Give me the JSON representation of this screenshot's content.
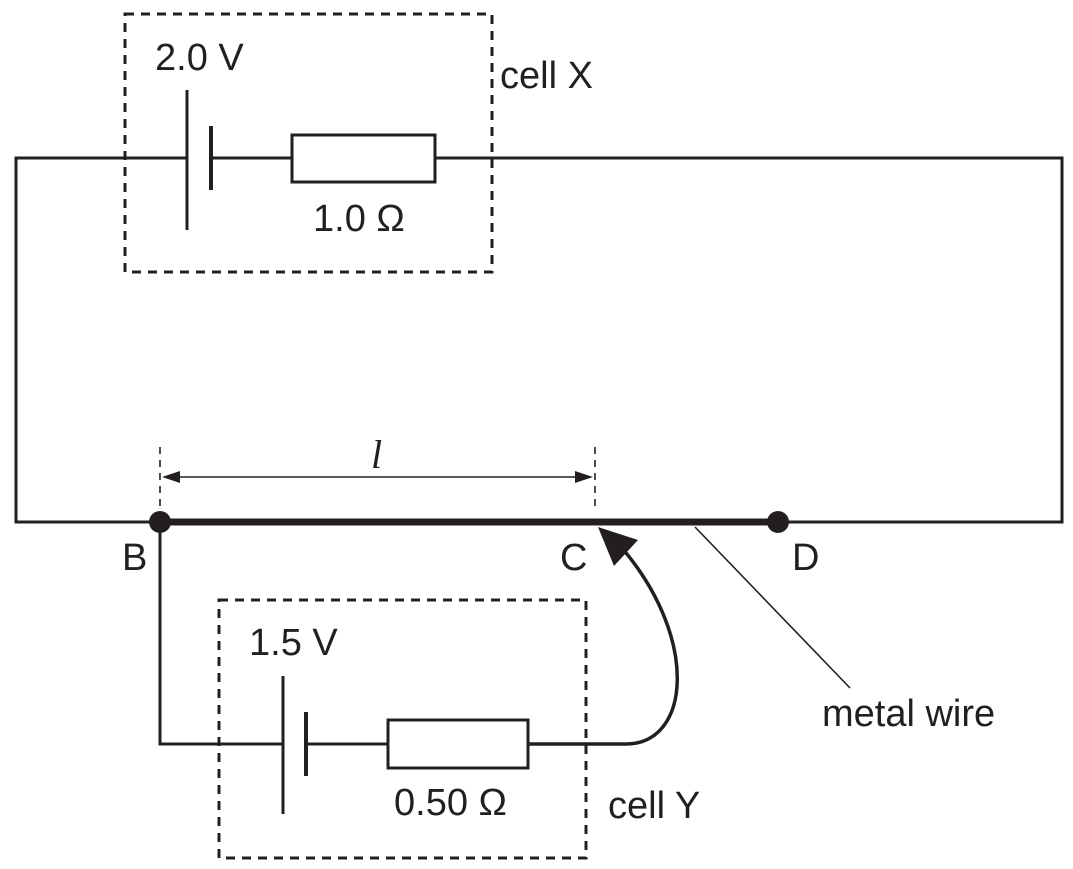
{
  "cell_x": {
    "name": "cell X",
    "emf": "2.0 V",
    "internal_resistance": "1.0 Ω"
  },
  "cell_y": {
    "name": "cell Y",
    "emf": "1.5 V",
    "internal_resistance": "0.50 Ω"
  },
  "points": {
    "b": "B",
    "c": "C",
    "d": "D"
  },
  "length_label": "l",
  "wire_label": "metal wire",
  "colors": {
    "ink": "#231f20",
    "background": "#ffffff"
  }
}
